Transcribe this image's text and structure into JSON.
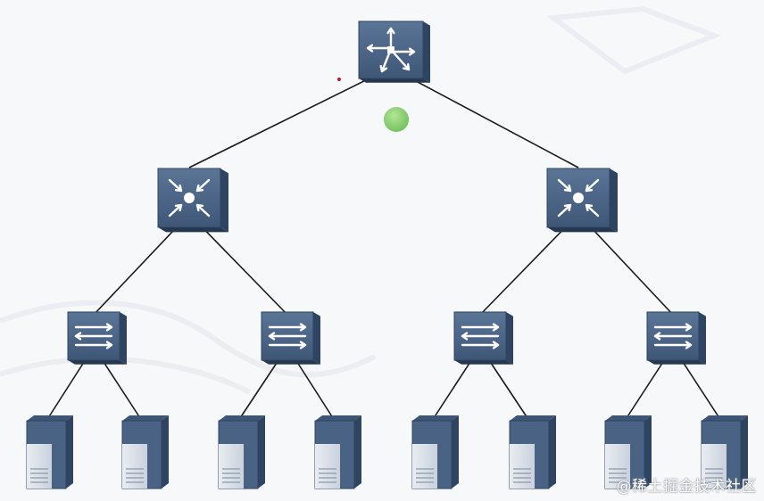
{
  "diagram": {
    "type": "tree-network-topology",
    "levels": [
      {
        "level": "core",
        "nodes": [
          {
            "id": "core-router",
            "icon": "router-icon"
          }
        ]
      },
      {
        "level": "aggregation",
        "nodes": [
          {
            "id": "agg-switch-left",
            "icon": "aggregation-switch-icon"
          },
          {
            "id": "agg-switch-right",
            "icon": "aggregation-switch-icon"
          }
        ]
      },
      {
        "level": "access",
        "nodes": [
          {
            "id": "access-switch-1",
            "icon": "access-switch-icon"
          },
          {
            "id": "access-switch-2",
            "icon": "access-switch-icon"
          },
          {
            "id": "access-switch-3",
            "icon": "access-switch-icon"
          },
          {
            "id": "access-switch-4",
            "icon": "access-switch-icon"
          }
        ]
      },
      {
        "level": "server",
        "nodes": [
          {
            "id": "server-1",
            "icon": "server-icon"
          },
          {
            "id": "server-2",
            "icon": "server-icon"
          },
          {
            "id": "server-3",
            "icon": "server-icon"
          },
          {
            "id": "server-4",
            "icon": "server-icon"
          },
          {
            "id": "server-5",
            "icon": "server-icon"
          },
          {
            "id": "server-6",
            "icon": "server-icon"
          },
          {
            "id": "server-7",
            "icon": "server-icon"
          },
          {
            "id": "server-8",
            "icon": "server-icon"
          }
        ]
      }
    ],
    "links": [
      [
        "core-router",
        "agg-switch-left"
      ],
      [
        "core-router",
        "agg-switch-right"
      ],
      [
        "agg-switch-left",
        "access-switch-1"
      ],
      [
        "agg-switch-left",
        "access-switch-2"
      ],
      [
        "agg-switch-right",
        "access-switch-3"
      ],
      [
        "agg-switch-right",
        "access-switch-4"
      ],
      [
        "access-switch-1",
        "server-1"
      ],
      [
        "access-switch-1",
        "server-2"
      ],
      [
        "access-switch-2",
        "server-3"
      ],
      [
        "access-switch-2",
        "server-4"
      ],
      [
        "access-switch-3",
        "server-5"
      ],
      [
        "access-switch-3",
        "server-6"
      ],
      [
        "access-switch-4",
        "server-7"
      ],
      [
        "access-switch-4",
        "server-8"
      ]
    ]
  },
  "colors": {
    "device_blue": "#4a6384",
    "device_dark": "#2f4461",
    "link_line": "#1a1a1a",
    "cursor_dot": "#7ccf5a",
    "background": "#f7f8fa"
  },
  "watermark": {
    "text": "@稀土掘金技术社区"
  }
}
